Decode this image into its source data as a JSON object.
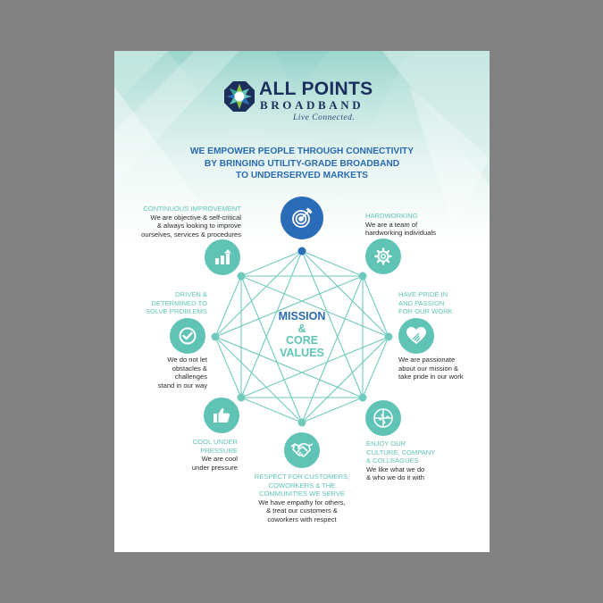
{
  "colors": {
    "background": "#808180",
    "brand_navy": "#1c2f5c",
    "accent_blue": "#2b6cb8",
    "accent_teal": "#5fc4b6",
    "body_text": "#2a2a2a"
  },
  "logo": {
    "icon": "octagon-star-logo-icon",
    "title": "ALL POINTS",
    "subtitle": "BROADBAND",
    "tagline": "Live Connected."
  },
  "headline": {
    "lines": [
      "WE EMPOWER PEOPLE THROUGH CONNECTIVITY",
      "BY BRINGING UTILITY-GRADE BROADBAND",
      "TO UNDERSERVED MARKETS"
    ]
  },
  "center": {
    "line1": "MISSION",
    "line2": "&",
    "line3": "CORE",
    "line4": "VALUES",
    "top_icon": "target-arrow-icon"
  },
  "values": [
    {
      "icon": "bar-chart-up-icon",
      "title_lines": [
        "CONTINUOUS IMPROVEMENT"
      ],
      "desc_lines": [
        "We are objective & self-critical",
        "& always looking to improve",
        "ourselves, services & procedures"
      ]
    },
    {
      "icon": "gear-icon",
      "title_lines": [
        "HARDWORKING"
      ],
      "desc_lines": [
        "We are a team of",
        "hardworking individuals"
      ]
    },
    {
      "icon": "checkmark-circle-icon",
      "title_lines": [
        "DRIVEN &",
        "DETERMINED TO",
        "SOLVE PROBLEMS"
      ],
      "desc_lines": [
        "We do not let",
        "obstacles &",
        "challenges",
        "stand in our way"
      ]
    },
    {
      "icon": "heart-hand-icon",
      "title_lines": [
        "HAVE PRIDE IN",
        "AND PASSION",
        "FOR OUR WORK"
      ],
      "desc_lines": [
        "We are passionate",
        "about our mission &",
        "take pride in our work"
      ]
    },
    {
      "icon": "thumbs-up-icon",
      "title_lines": [
        "COOL UNDER",
        "PRESSURE"
      ],
      "desc_lines": [
        "We are cool",
        "under pressure"
      ]
    },
    {
      "icon": "puzzle-icon",
      "title_lines": [
        "ENJOY OUR",
        "CULTURE, COMPANY",
        "& COLLEAGUES"
      ],
      "desc_lines": [
        "We like what we do",
        "& who we do it with"
      ]
    },
    {
      "icon": "handshake-icon",
      "title_lines": [
        "RESPECT FOR CUSTOMERS,",
        "COWORKERS & THE",
        "COMMUNITIES WE SERVE"
      ],
      "desc_lines": [
        "We have empathy for others,",
        "& treat our customers &",
        "coworkers with respect"
      ]
    }
  ]
}
